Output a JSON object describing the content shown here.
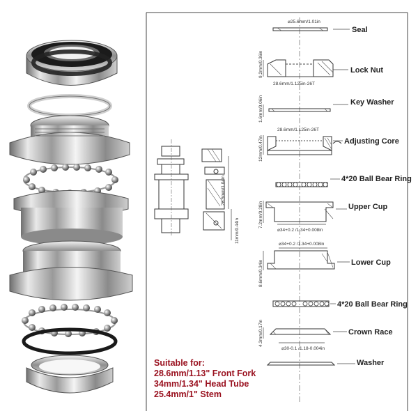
{
  "parts": [
    {
      "label": "Seal",
      "dimension": "⌀25.6mm/1.01in"
    },
    {
      "label": "Lock Nut",
      "dimension_h": "9.2mm/0.36in",
      "dimension_w": "28.6mm/1.125in-26T"
    },
    {
      "label": "Key Washer",
      "dimension_h": "1.6mm/0.06in"
    },
    {
      "label": "Adjusting Core",
      "dimension_h": "12mm/0.47in",
      "dimension_w": "28.6mm/1.125in-26T"
    },
    {
      "label": "4*20 Ball Bear Ring"
    },
    {
      "label": "Upper Cup",
      "dimension_h": "7.2mm/0.28in",
      "dimension_w": "⌀34+0.2 /1.34+0.008in"
    },
    {
      "label": "Lower Cup",
      "dimension_h": "8.6mm/0.34in",
      "dimension_w": "⌀34+0.2 /1.34+0.008in"
    },
    {
      "label": "4*20 Ball Bear Ring"
    },
    {
      "label": "Crown Race",
      "dimension_h": "4.3mm/0.17in",
      "dimension_w": "⌀30-0.1 /1.18-0.004in"
    },
    {
      "label": "Washer"
    }
  ],
  "assembly_dims": {
    "upper": "26.5mm/1.04in",
    "lower": "11mm/0.44in"
  },
  "suitable": {
    "heading": "Suitable for:",
    "line1": "28.6mm/1.13\" Front Fork",
    "line2": "34mm/1.34\" Head Tube",
    "line3": "25.4mm/1\" Stem"
  }
}
